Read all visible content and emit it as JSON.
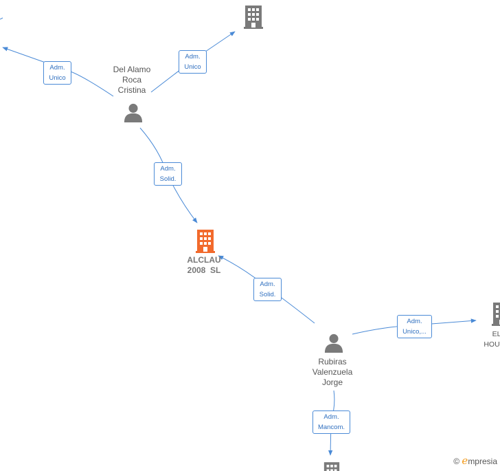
{
  "persons": {
    "del_alamo": "Del Alamo\nRoca\nCristina",
    "rubiras": "Rubiras\nValenzuela\nJorge"
  },
  "companies": {
    "alclau": "ALCLAU\n2008  SL",
    "el_house": "EL\nHOUSE"
  },
  "relations": {
    "adm_unico": "Adm.\nUnico",
    "adm_solid": "Adm.\nSolid.",
    "adm_unico_more": "Adm.\nUnico,...",
    "adm_mancom": "Adm.\nMancom."
  },
  "watermark": {
    "copyright": "©",
    "brand_initial": "e",
    "brand_rest": "mpresia"
  },
  "colors": {
    "edge": "#4a8ad6",
    "person_icon": "#7a7a7a",
    "company_icon": "#7a7a7a",
    "focus_company": "#f26a2c"
  }
}
